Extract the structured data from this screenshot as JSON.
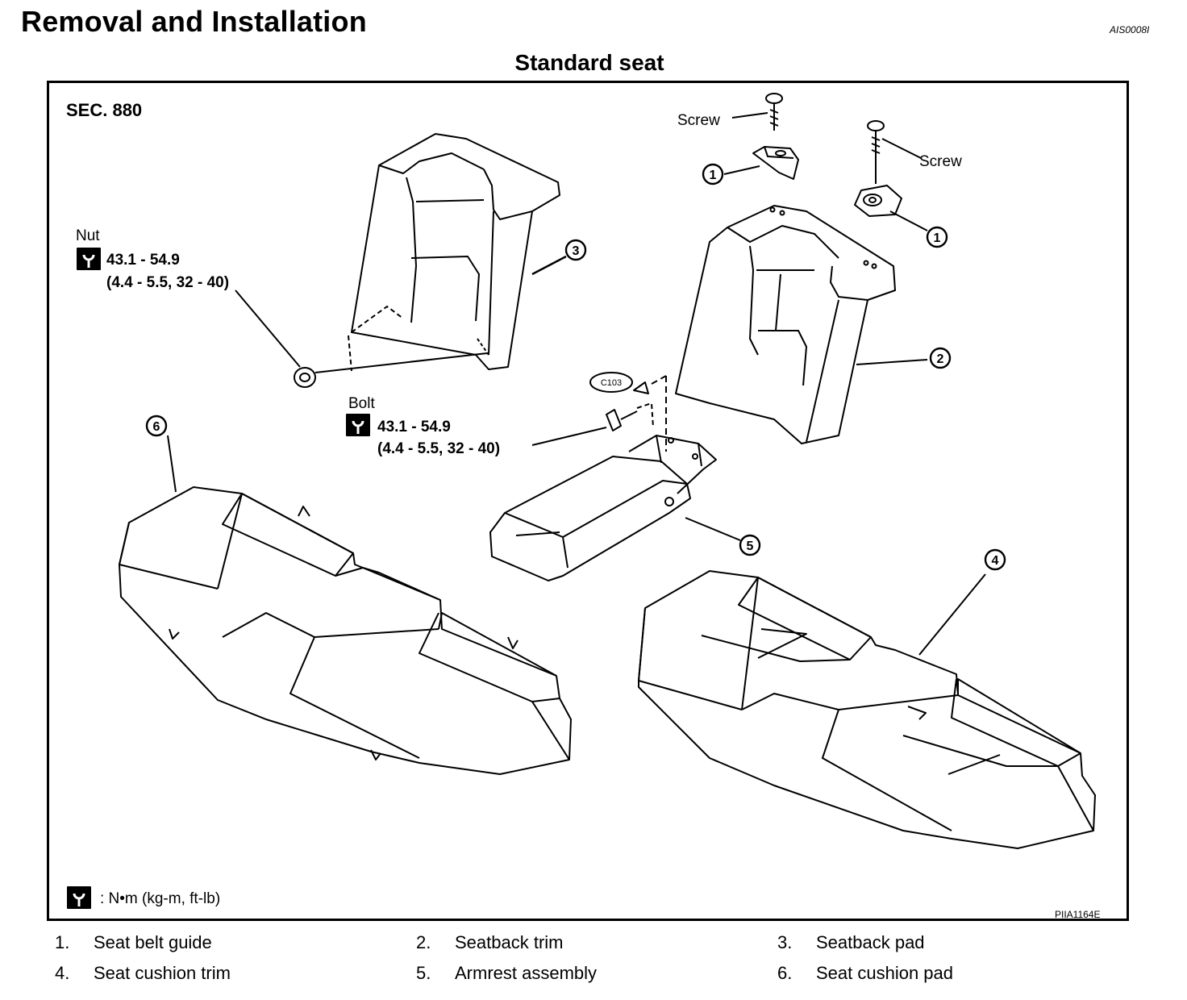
{
  "page": {
    "heading": "Removal and Installation",
    "doc_id": "AIS0008I",
    "subtitle": "Standard seat"
  },
  "diagram": {
    "section": "SEC. 880",
    "figure_id": "PIIA1164E",
    "torque_symbol_note": ": N•m (kg-m, ft-lb)",
    "connector": "C103",
    "screw_label": "Screw",
    "nut": {
      "label": "Nut",
      "torque": "43.1 - 54.9",
      "torque_alt": "(4.4 - 5.5, 32 - 40)"
    },
    "bolt": {
      "label": "Bolt",
      "torque": "43.1 - 54.9",
      "torque_alt": "(4.4 - 5.5, 32 - 40)"
    },
    "callouts": [
      "1",
      "1",
      "2",
      "3",
      "4",
      "5",
      "6"
    ]
  },
  "legend": [
    {
      "num": "1.",
      "label": "Seat belt guide"
    },
    {
      "num": "2.",
      "label": "Seatback trim"
    },
    {
      "num": "3.",
      "label": "Seatback pad"
    },
    {
      "num": "4.",
      "label": "Seat cushion trim"
    },
    {
      "num": "5.",
      "label": "Armrest assembly"
    },
    {
      "num": "6.",
      "label": "Seat cushion pad"
    }
  ]
}
